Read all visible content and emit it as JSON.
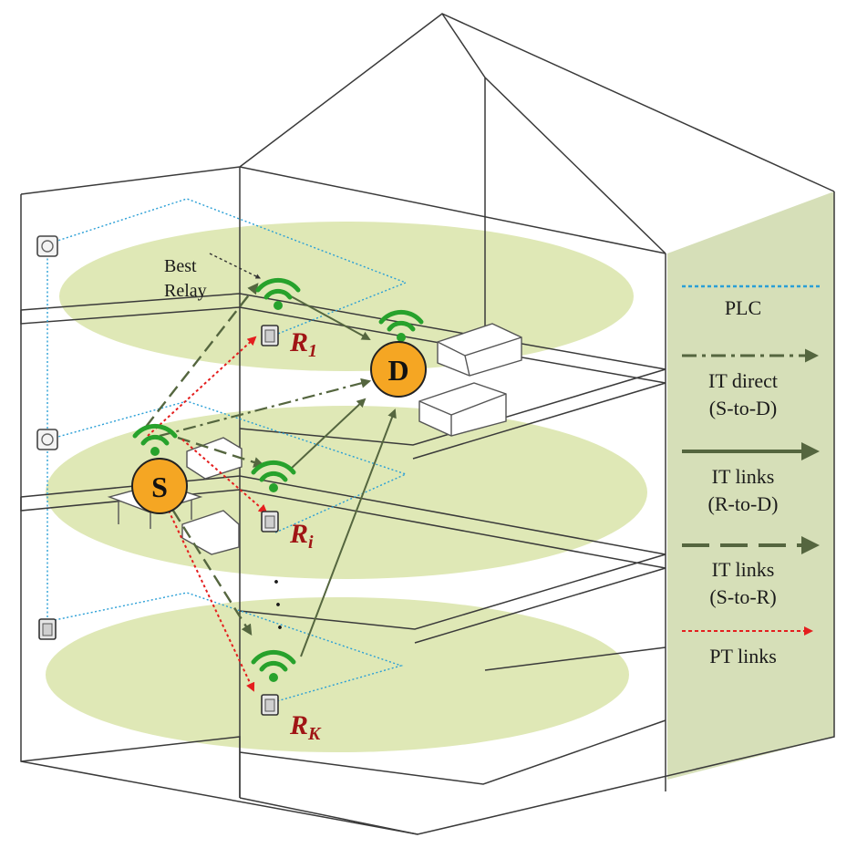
{
  "labels": {
    "best_relay_line1": "Best",
    "best_relay_line2": "Relay",
    "source": "S",
    "destination": "D",
    "relay_1_base": "R",
    "relay_1_sub": "1",
    "relay_i_base": "R",
    "relay_i_sub": "i",
    "relay_k_base": "R",
    "relay_k_sub": "K",
    "ellipsis": "."
  },
  "legend": {
    "plc": "PLC",
    "it_direct_line1": "IT direct",
    "it_direct_line2": "(S-to-D)",
    "it_rd_line1": "IT links",
    "it_rd_line2": "(R-to-D)",
    "it_sr_line1": "IT links",
    "it_sr_line2": "(S-to-R)",
    "pt": "PT links"
  },
  "colors": {
    "floor_zone": "#dfe8b6",
    "legend_panel": "#d6dfb8",
    "plc_line": "#2a9fd6",
    "it_arrow": "#55663f",
    "pt_arrow": "#e41e1e",
    "node_fill": "#f5a623",
    "wifi_green": "#27a22c",
    "relay_label": "#a01515"
  },
  "icons": {
    "wifi": "wifi-icon",
    "plc_adapter": "plc-adapter-icon",
    "wall_socket": "wall-socket-icon",
    "furniture": "furniture-icon"
  }
}
